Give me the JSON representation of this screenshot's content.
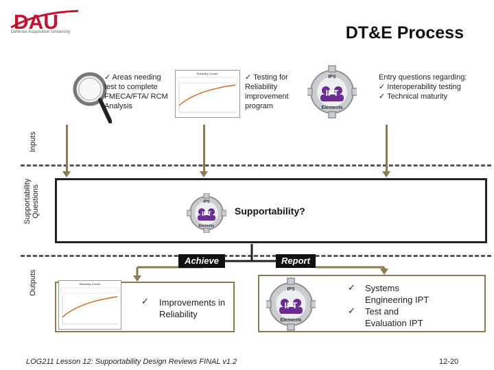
{
  "header": {
    "logo_text": "DAU",
    "logo_subtext": "Defense Acquisition University",
    "title": "DT&E Process"
  },
  "side_labels": {
    "inputs": "Inputs",
    "supportability_questions": "Supportability Questions",
    "outputs": "Outputs"
  },
  "inputs": {
    "col1_items": [
      "Areas needing test to complete FMECA/FTA/ RCM Analysis"
    ],
    "col2_items": [
      "Testing for Reliability improvement program"
    ],
    "col3_intro": "Entry questions regarding:",
    "col3_items": [
      "Interoperability testing",
      "Technical maturity"
    ]
  },
  "question": {
    "label": "Supportability?"
  },
  "branches": {
    "achieve": "Achieve",
    "report": "Report"
  },
  "outputs": {
    "achieve_items": [
      "Improvements in Reliability"
    ],
    "report_items": [
      "Systems Engineering IPT",
      "Test and Evaluation IPT"
    ]
  },
  "icons": {
    "gear_label_top": "IPS",
    "gear_label_center": "IPT",
    "gear_label_bottom": "Elements",
    "mini_chart_title": "Reliability Growth"
  },
  "footer": {
    "course": "LOG211 Lesson 12: Supportability Design Reviews  FINAL v1.2",
    "page": "12-20"
  },
  "colors": {
    "arrow": "#8a7a4e",
    "logo_red": "#c8102e",
    "gear_purple": "#6a2c91"
  }
}
